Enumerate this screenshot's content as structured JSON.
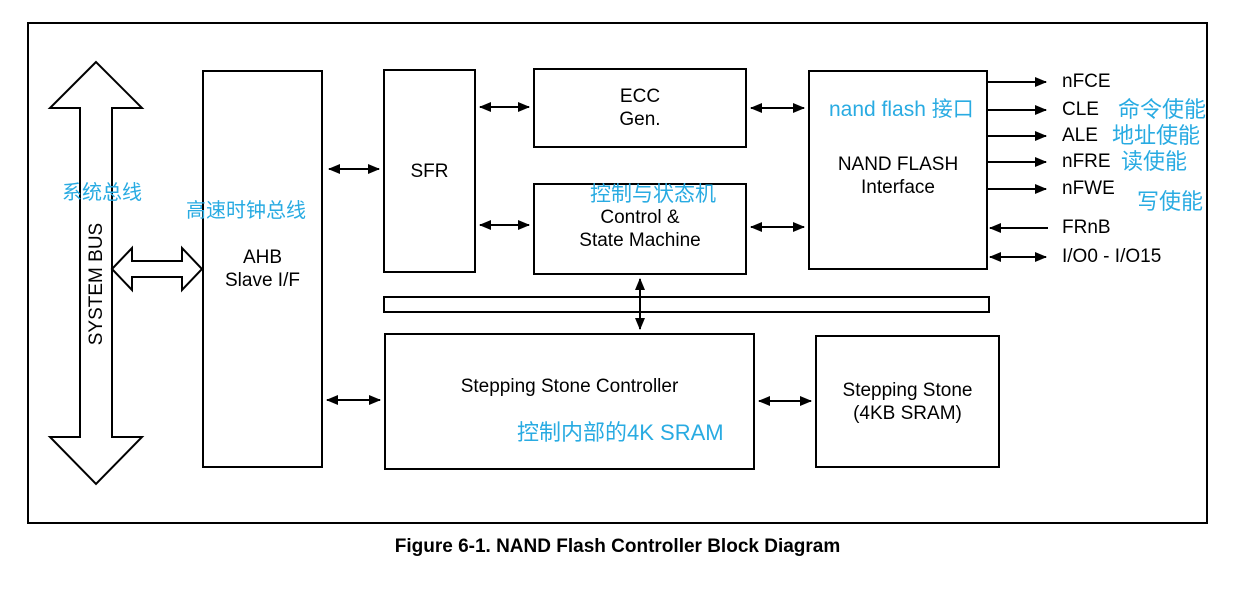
{
  "figure": {
    "caption": "Figure 6-1. NAND Flash Controller Block Diagram"
  },
  "colors": {
    "annotation_blue": "#29ABE2",
    "line_black": "#000000",
    "background": "#FFFFFF"
  },
  "system_bus": {
    "label": "SYSTEM BUS",
    "annotation_cn": "系统总线"
  },
  "blocks": {
    "ahb": {
      "label": "AHB\nSlave I/F",
      "annotation_cn": "高速时钟总线"
    },
    "sfr": {
      "label": "SFR"
    },
    "ecc": {
      "label": "ECC\nGen."
    },
    "control": {
      "label": "Control &\nState Machine",
      "annotation_cn": "控制与状态机"
    },
    "nand_if": {
      "label": "NAND FLASH\nInterface",
      "annotation_cn": "nand flash 接口"
    },
    "stepping_stone_controller": {
      "label": "Stepping Stone Controller",
      "annotation_cn": "控制内部的4K SRAM"
    },
    "stepping_stone": {
      "label": "Stepping Stone\n(4KB SRAM)"
    }
  },
  "signals": [
    {
      "name": "nFCE",
      "direction": "out"
    },
    {
      "name": "CLE",
      "direction": "out",
      "annotation_cn": "命令使能"
    },
    {
      "name": "ALE",
      "direction": "out",
      "annotation_cn": "地址使能"
    },
    {
      "name": "nFRE",
      "direction": "out",
      "annotation_cn": "读使能"
    },
    {
      "name": "nFWE",
      "direction": "out",
      "annotation_cn": "写使能"
    },
    {
      "name": "FRnB",
      "direction": "in"
    },
    {
      "name": "I/O0 - I/O15",
      "direction": "bidirectional"
    }
  ]
}
